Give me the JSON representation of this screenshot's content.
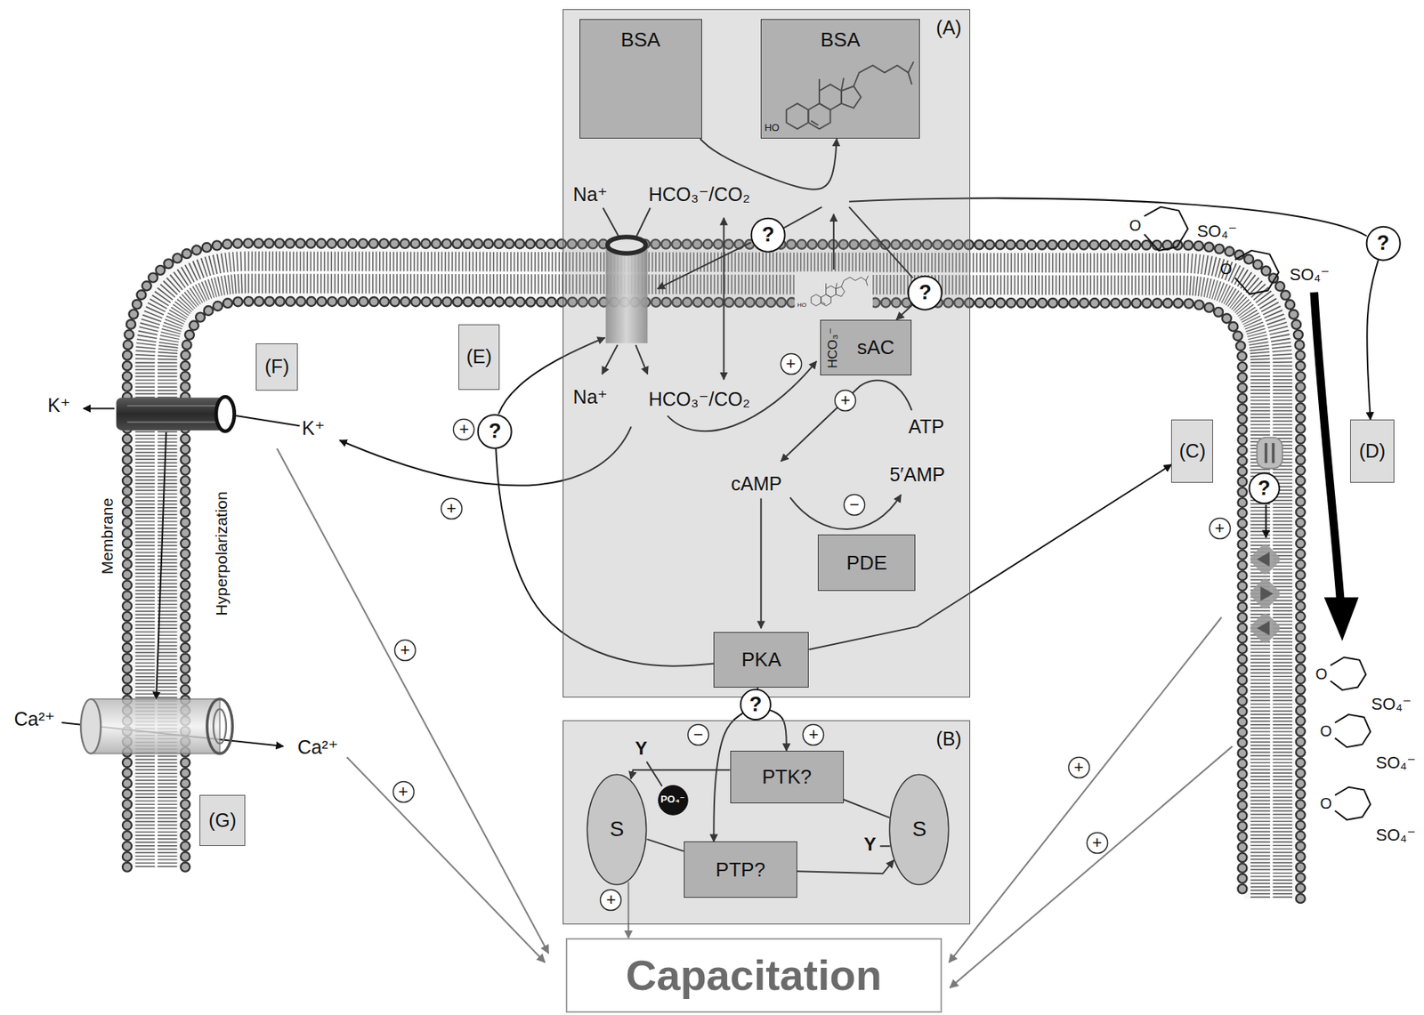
{
  "diagram": {
    "nodes": [
      {
        "text": [
          "(A)"
        ]
      },
      {
        "text": [
          "BSA"
        ],
        "in": 0
      },
      {
        "text": [
          "BSA"
        ],
        "in": 0
      },
      {
        "text": [
          "?"
        ],
        "in": 0
      },
      {
        "text": [
          "?"
        ],
        "in": 0
      },
      {
        "text": [
          "HCO₃⁻",
          "sAC"
        ],
        "in": 0
      },
      {
        "text": [
          "+"
        ],
        "in": 0
      },
      {
        "text": [
          "+"
        ],
        "in": 0
      },
      {
        "text": [
          "−"
        ],
        "in": 0
      },
      {
        "text": [
          "PDE"
        ],
        "in": 0
      },
      {
        "text": [
          "PKA"
        ],
        "in": 0
      },
      {
        "text": [
          "?"
        ]
      },
      {
        "text": [
          "(E)"
        ]
      },
      {
        "text": [
          "(F)"
        ]
      },
      {
        "text": [
          "?"
        ]
      },
      {
        "text": [
          "+"
        ]
      },
      {
        "text": [
          "(C)"
        ]
      },
      {
        "text": [
          "(D)"
        ]
      },
      {
        "text": [
          "?"
        ]
      },
      {
        "text": [
          "+"
        ]
      },
      {
        "text": [
          "+"
        ]
      },
      {
        "text": [
          "+"
        ]
      },
      {
        "text": [
          "?"
        ]
      },
      {
        "text": [
          "(B)"
        ]
      },
      {
        "text": [
          "−"
        ],
        "in": 23
      },
      {
        "text": [
          "+"
        ],
        "in": 23
      },
      {
        "text": [
          "PTK?"
        ],
        "in": 23
      },
      {
        "text": [
          "PO₄⁻"
        ],
        "in": 23
      },
      {
        "text": [
          "S"
        ],
        "in": 23
      },
      {
        "text": [
          "S"
        ],
        "in": 23
      },
      {
        "text": [
          "PTP?"
        ],
        "in": 23
      },
      {
        "text": [
          "+"
        ],
        "in": 23
      },
      {
        "text": [
          "+"
        ]
      },
      {
        "text": [
          "+"
        ]
      },
      {
        "text": [
          "(G)"
        ]
      },
      {
        "text": [
          "+"
        ]
      },
      {
        "text": [
          "Capacitation"
        ]
      }
    ],
    "edges": [
      {
        "from": 1,
        "to": 2,
        "arrow": "to"
      },
      {
        "from": 10,
        "to": 16,
        "arrow": "to"
      },
      {
        "from": 10,
        "to": 14,
        "arrow": "none"
      },
      {
        "from": 10,
        "to": 22,
        "arrow": "none"
      },
      {
        "from": 22,
        "to": 26,
        "arrow": "to"
      },
      {
        "from": 22,
        "to": 30,
        "arrow": "to"
      },
      {
        "from": 26,
        "to": 28,
        "arrow": "to"
      },
      {
        "from": 29,
        "to": 26,
        "arrow": "none"
      },
      {
        "from": 30,
        "to": 29,
        "arrow": "to"
      },
      {
        "from": 28,
        "to": 30,
        "arrow": "none"
      },
      {
        "from": 28,
        "to": 36,
        "arrow": "to"
      },
      {
        "from": 11,
        "to": 17,
        "arrow": "to"
      },
      {
        "from": 4,
        "to": 5,
        "arrow": "to"
      }
    ],
    "labels": [
      "Na⁺",
      "HCO₃⁻/CO₂",
      "HO",
      "HO",
      "O",
      "SO₄⁻",
      "O",
      "SO₄⁻",
      "Na⁺",
      "HCO₃⁻/CO₂",
      "K⁺",
      "K⁺",
      "ATP",
      "cAMP",
      "5′AMP",
      "Membrane",
      "Hyperpolarization",
      "O",
      "SO₄⁻",
      "Ca²⁺",
      "Ca²⁺",
      "O",
      "SO₄⁻",
      "Y",
      "O",
      "SO₄⁻",
      "Y"
    ]
  }
}
